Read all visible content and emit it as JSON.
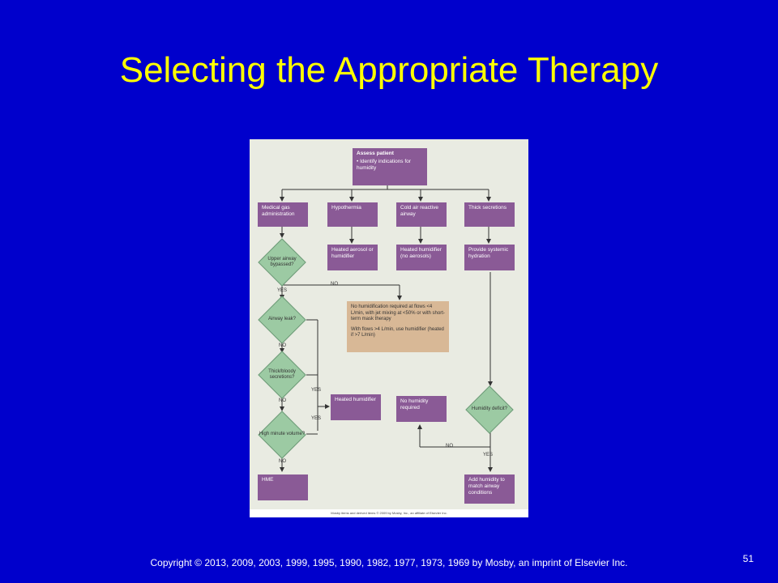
{
  "slide": {
    "title": "Selecting the Appropriate Therapy",
    "copyright": "Copyright © 2013, 2009, 2003, 1999, 1995, 1990, 1982, 1977, 1973, 1969 by Mosby, an imprint of Elsevier Inc.",
    "page_number": "51"
  },
  "figure": {
    "credit": "Mosby items and derived items © 2009 by Mosby, Inc., an affiliate of Elsevier Inc.",
    "assess": {
      "title": "Assess patient",
      "detail": "• Identify indications for humidity"
    },
    "branches": {
      "medical_gas": "Medical gas administration",
      "hypothermia": "Hypothermia",
      "cold_air": "Cold air reactive airway",
      "thick_secretions": "Thick secretions"
    },
    "actions": {
      "heated_aerosol": "Heated aerosol or humidifier",
      "heated_humidifier_no_aerosol": "Heated humidifier (no aerosols)",
      "systemic_hydration": "Provide systemic hydration",
      "heated_humidifier": "Heated humidifier",
      "no_humidity": "No humidity required",
      "hme": "HME",
      "add_humidity": "Add humidity to match airway conditions"
    },
    "decisions": {
      "upper_airway": "Upper airway bypassed?",
      "airway_leak": "Airway leak?",
      "thick_bloody": "Thick/bloody secretions?",
      "high_minute": "High minute volume?",
      "humidity_deficit": "Humidity deficit?"
    },
    "note": {
      "line1": "No humidification required at flows <4 L/min, with jet mixing at <50% or with short-term mask therapy",
      "line2": "With flows >4 L/min, use humidifier (heated if >7 L/min)"
    },
    "labels": {
      "yes": "YES",
      "no": "NO"
    }
  }
}
